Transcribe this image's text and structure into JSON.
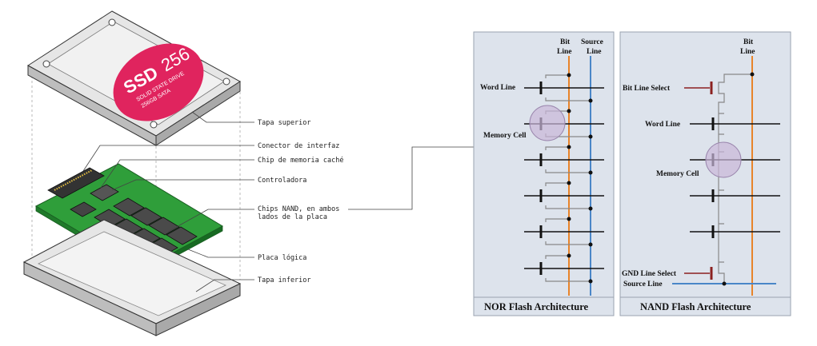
{
  "ssd": {
    "brand": "SSD",
    "capacity": "256",
    "subtitle1": "SOLID STATE DRIVE",
    "subtitle2": "256GB SATA",
    "labels": {
      "top_cover": "Tapa superior",
      "interface_connector": "Conector de interfaz",
      "cache_chip": "Chip de memoria caché",
      "controller": "Controladora",
      "nand_chips_line1": "Chips NAND, en ambos",
      "nand_chips_line2": "lados de la placa",
      "logic_board": "Placa lógica",
      "bottom_cover": "Tapa inferior"
    }
  },
  "nor": {
    "title": "NOR Flash Architecture",
    "bit_line_l1": "Bit",
    "bit_line_l2": "Line",
    "source_line_l1": "Source",
    "source_line_l2": "Line",
    "word_line": "Word Line",
    "memory_cell": "Memory Cell"
  },
  "nand": {
    "title": "NAND Flash Architecture",
    "bit_line_l1": "Bit",
    "bit_line_l2": "Line",
    "bit_line_select": "Bit Line Select",
    "word_line": "Word Line",
    "memory_cell": "Memory Cell",
    "gnd_line_select": "GND Line Select",
    "source_line": "Source Line"
  },
  "colors": {
    "panel_bg": "#dde3ec",
    "panel_border": "#9aa3b0",
    "bit_line": "#e8842a",
    "source_line": "#4a86c8",
    "select_gate": "#8b2020",
    "cell_highlight": "#c9b7d8",
    "pcb": "#2f9e3a",
    "ssd_label": "#e0245e",
    "metal": "#d7d7d7"
  }
}
